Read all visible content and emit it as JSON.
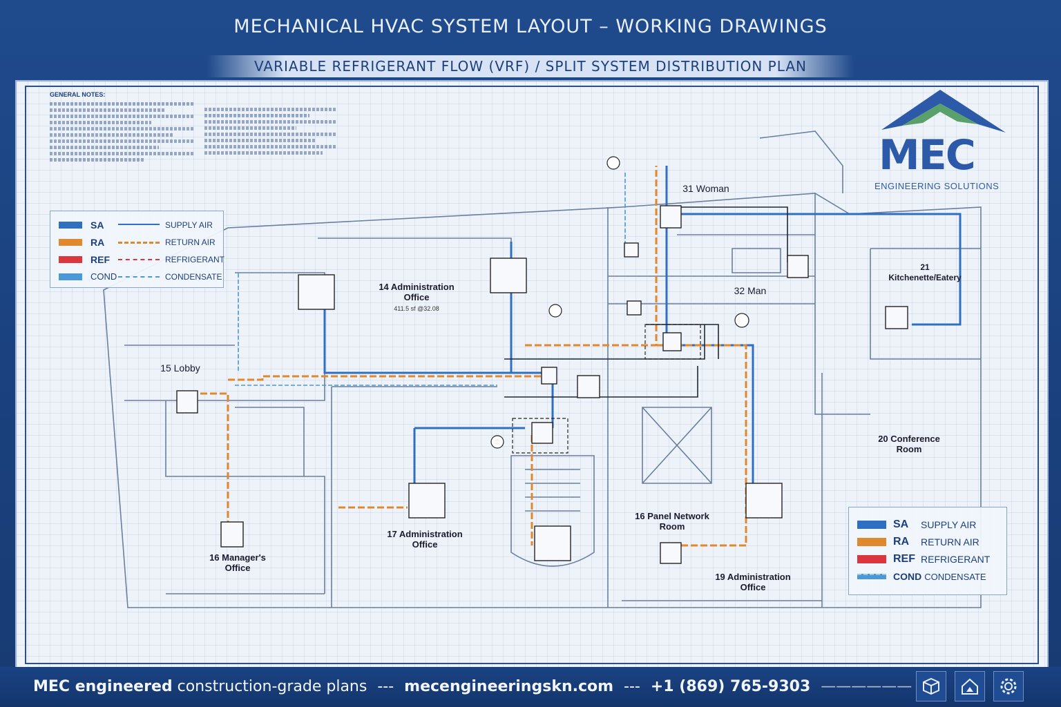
{
  "header": {
    "title": "MECHANICAL HVAC SYSTEM LAYOUT – WORKING DRAWINGS",
    "subtitle": "VARIABLE REFRIGERANT FLOW (VRF) / SPLIT SYSTEM DISTRIBUTION PLAN"
  },
  "notes": {
    "title": "GENERAL NOTES:"
  },
  "logo": {
    "text": "MEC",
    "subtitle": "ENGINEERING SOLUTIONS"
  },
  "legend": [
    {
      "code": "SA",
      "label": "SUPPLY AIR",
      "color": "#2f6fc2"
    },
    {
      "code": "RA",
      "label": "RETURN AIR",
      "color": "#e0882e"
    },
    {
      "code": "REF",
      "label": "REFRIGERANT",
      "color": "#d9363e"
    },
    {
      "code": "COND",
      "label": "CONDENSATE",
      "color": "#4a98d8"
    }
  ],
  "rooms": {
    "r31": "31 Woman",
    "r32": "32 Man",
    "r21": "21\nKitchenette/Eatery",
    "r14": "14 Administration\nOffice",
    "r15": "15 Lobby",
    "r17": "17 Administration\nOffice",
    "r16p": "16 Panel Network\nRoom",
    "r16m": "16 Manager's\nOffice",
    "r19": "19 Administration\nOffice",
    "r20": "20 Conference\nRoom"
  },
  "footer": {
    "brand": "MEC engineered",
    "tagline": "construction-grade plans",
    "sep1": "---",
    "website": "mecengineeringskn.com",
    "sep2": "---",
    "phone": "+1 (869) 765-9303",
    "sep3": "——————"
  },
  "icons": [
    "cube-icon",
    "home-icon",
    "gear-icon"
  ]
}
